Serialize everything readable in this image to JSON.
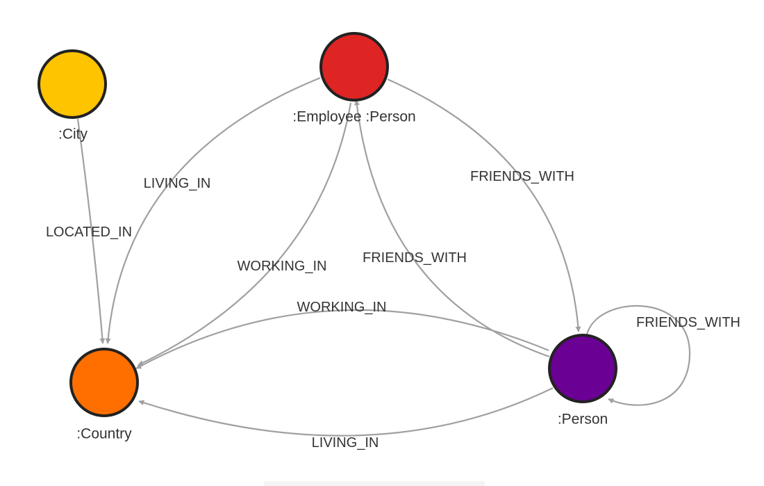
{
  "nodes": {
    "city": {
      "label": ":City",
      "color": "#ffc400"
    },
    "employee": {
      "label": ":Employee :Person",
      "color": "#df2424"
    },
    "country": {
      "label": ":Country",
      "color": "#ff6f00"
    },
    "person": {
      "label": ":Person",
      "color": "#6a0094"
    }
  },
  "edges": {
    "city_located_in_country": {
      "label": "LOCATED_IN"
    },
    "employee_living_in_country": {
      "label": "LIVING_IN"
    },
    "employee_working_in_country": {
      "label": "WORKING_IN"
    },
    "employee_friends_with_person": {
      "label": "FRIENDS_WITH"
    },
    "person_friends_with_employee": {
      "label": "FRIENDS_WITH"
    },
    "person_working_in_country": {
      "label": "WORKING_IN"
    },
    "person_living_in_country": {
      "label": "LIVING_IN"
    },
    "person_friends_with_self": {
      "label": "FRIENDS_WITH"
    }
  },
  "colors": {
    "edge": "#a0a0a0",
    "node_stroke": "#222222",
    "text": "#333333"
  }
}
